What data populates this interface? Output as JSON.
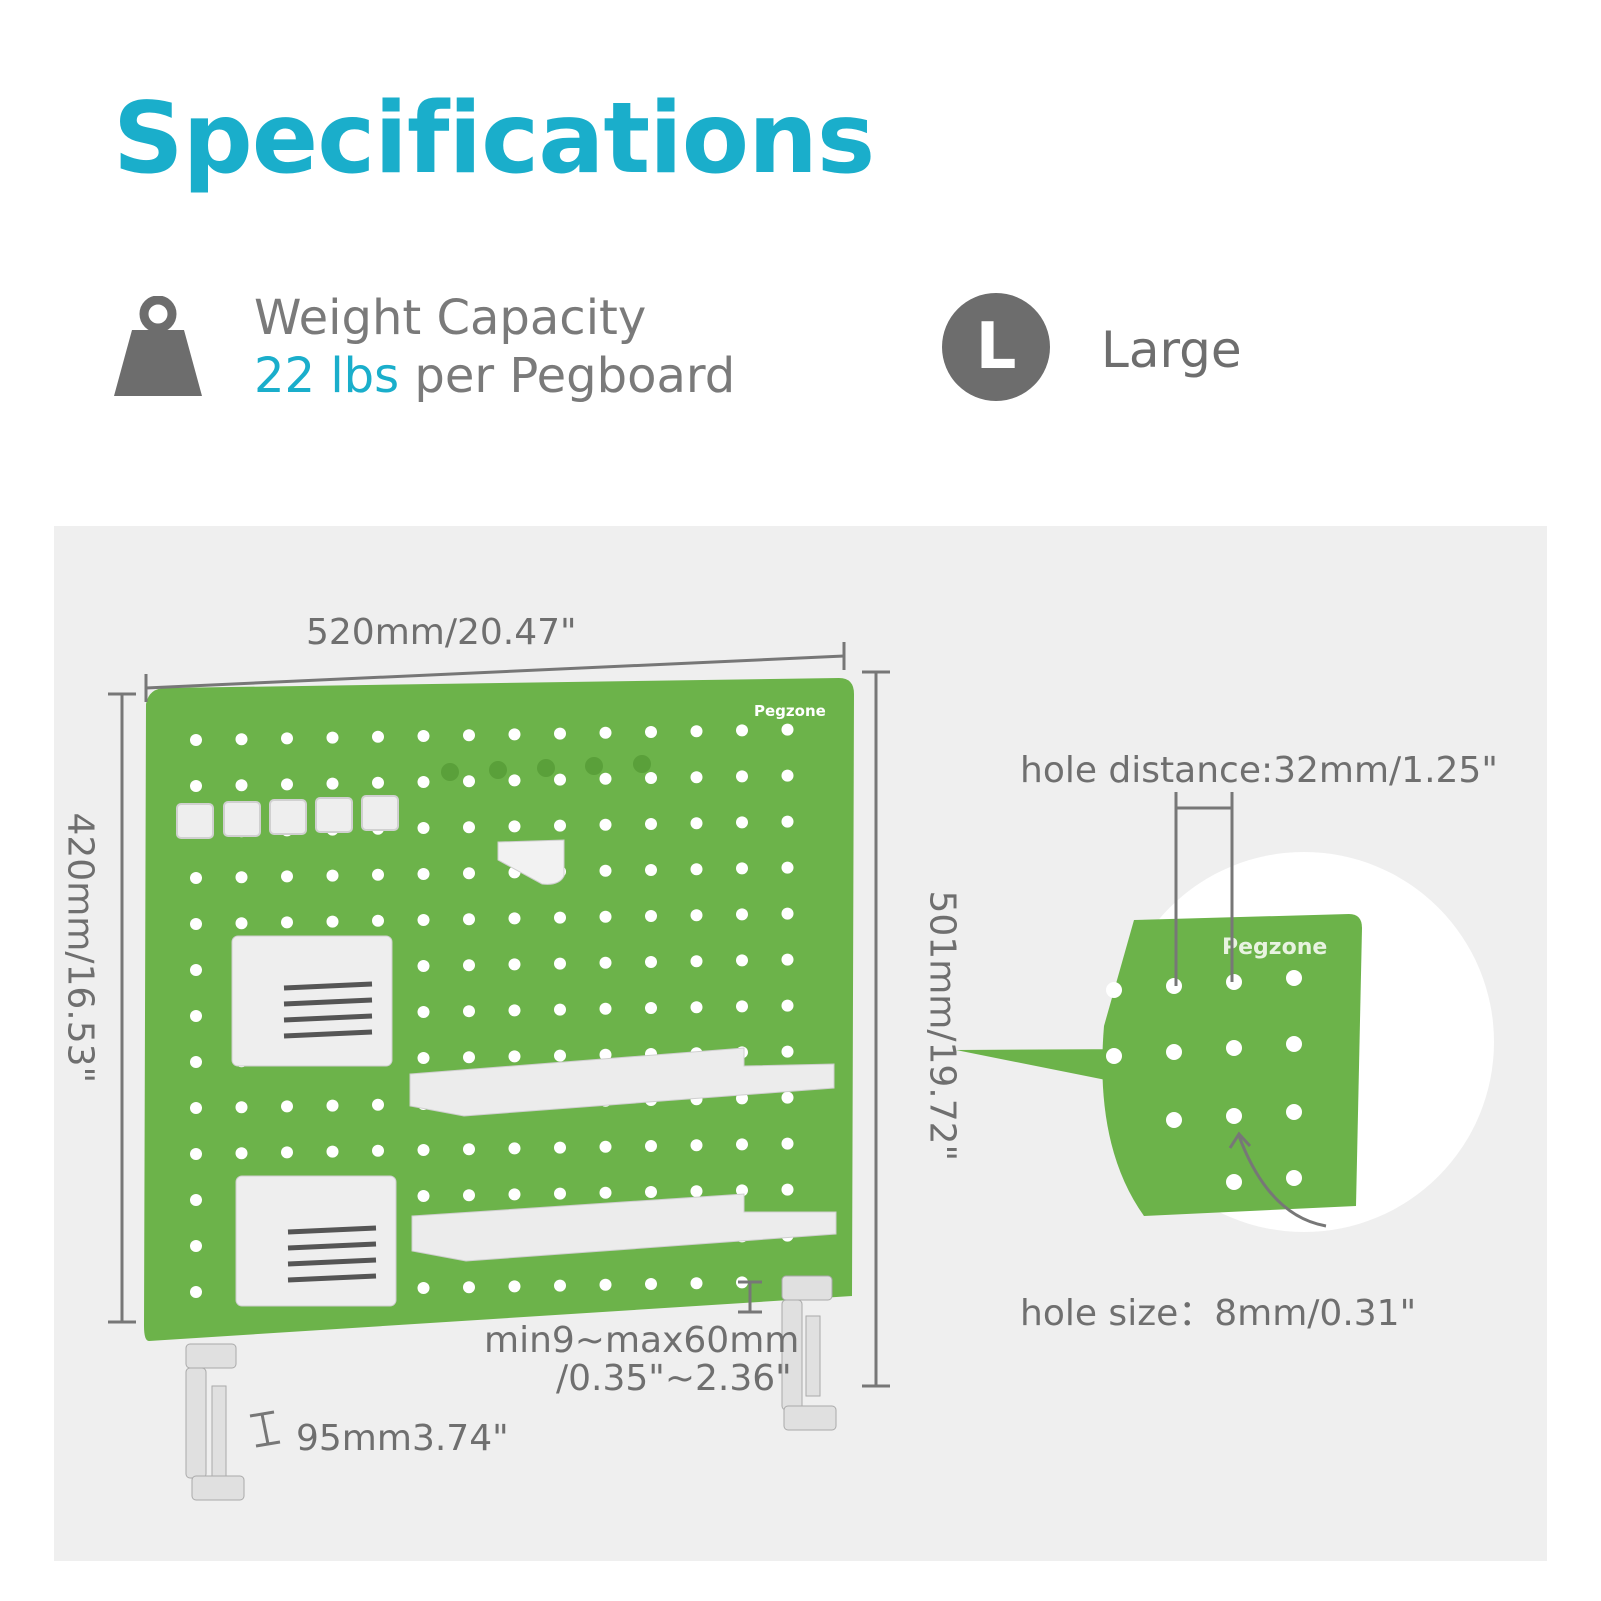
{
  "header": {
    "title": "Specifications"
  },
  "weight": {
    "icon": "weight-icon",
    "label": "Weight Capacity",
    "value": "22 lbs",
    "suffix": " per Pegboard"
  },
  "size": {
    "badge": "L",
    "label": "Large"
  },
  "dimensions": {
    "width": "520mm/20.47\"",
    "height_board": "420mm/16.53\"",
    "height_total": "501mm/19.72\"",
    "clamp_range_line1": "min9~max60mm",
    "clamp_range_line2": "/0.35\"~2.36\"",
    "leg": "95mm3.74\"",
    "hole_distance": "hole distance:32mm/1.25\"",
    "hole_size": "hole size：8mm/0.31\""
  },
  "brand": {
    "logo_text": "Pegzone"
  },
  "colors": {
    "accent": "#1aaecb",
    "board": "#6cb34a",
    "text": "#6f6f6f"
  }
}
